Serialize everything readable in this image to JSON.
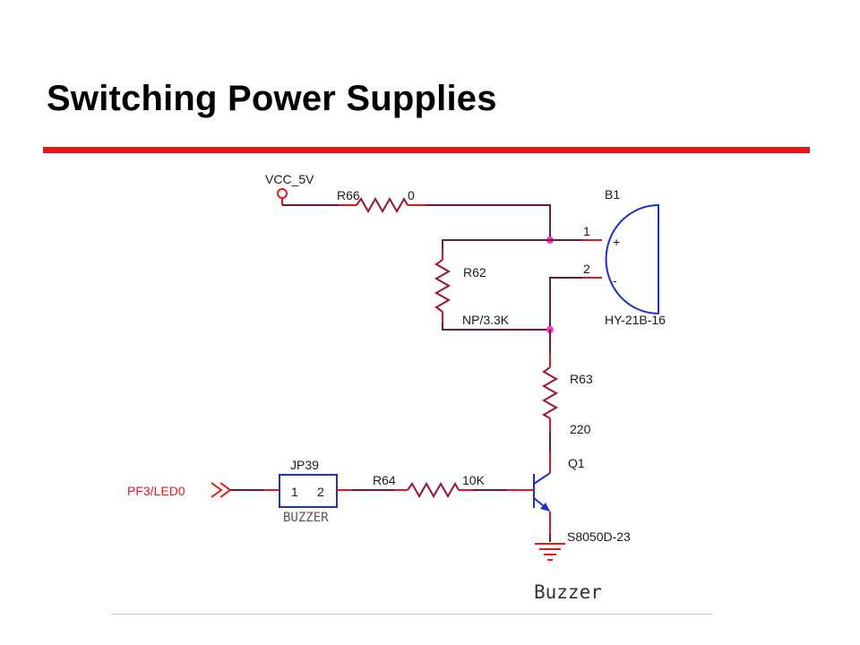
{
  "slide": {
    "title": "Switching Power Supplies",
    "accent_color": "#e8161b"
  },
  "schematic": {
    "caption": "Buzzer",
    "power_net": "VCC_5V",
    "input_net": "PF3/LED0",
    "resistors": {
      "r66": {
        "ref": "R66",
        "value": "0"
      },
      "r62": {
        "ref": "R62",
        "value": "NP/3.3K"
      },
      "r63": {
        "ref": "R63",
        "value": "220"
      },
      "r64": {
        "ref": "R64",
        "value": "10K"
      }
    },
    "buzzer": {
      "ref": "B1",
      "part": "HY-21B-16",
      "pin1": "1",
      "pin2": "2",
      "plus": "+",
      "minus": "-"
    },
    "jumper": {
      "ref": "JP39",
      "pin1": "1",
      "pin2": "2",
      "label": "BUZZER"
    },
    "transistor": {
      "ref": "Q1",
      "part": "S8050D-23"
    }
  }
}
